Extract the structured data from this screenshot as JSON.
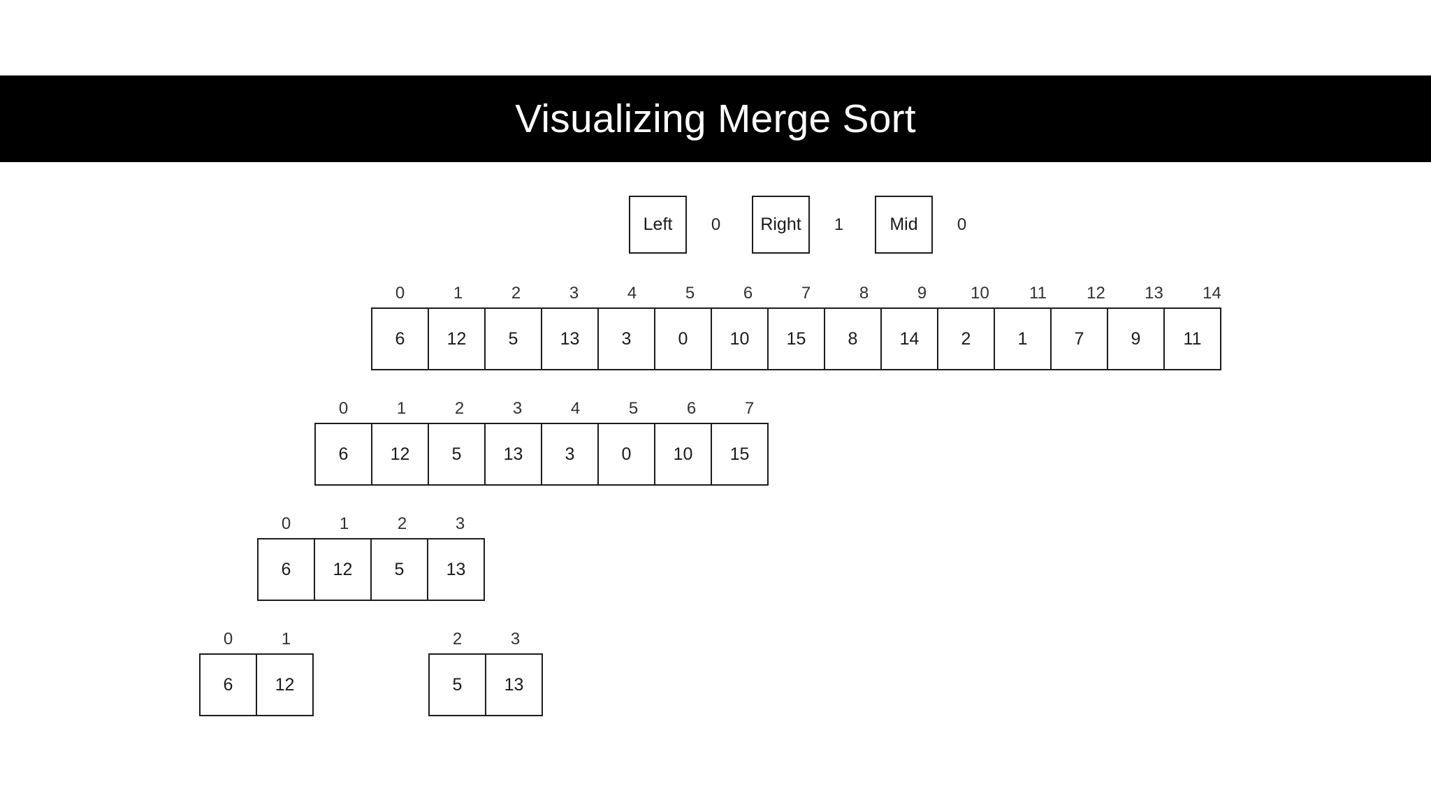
{
  "header": {
    "title": "Visualizing Merge Sort",
    "background_color": "#000000",
    "text_color": "#ffffff"
  },
  "pointers": [
    {
      "label": "Left",
      "value": "0"
    },
    {
      "label": "Right",
      "value": "1"
    },
    {
      "label": "Mid",
      "value": "0"
    }
  ],
  "colors": {
    "page_background": "#ffffff",
    "cell_border": "#1c1c1c",
    "cell_fill": "#ffffff",
    "index_text": "#313131",
    "value_text": "#1a1a1a"
  },
  "array_levels": [
    {
      "level": 0,
      "groups": [
        {
          "indices": [
            "0",
            "1",
            "2",
            "3",
            "4",
            "5",
            "6",
            "7",
            "8",
            "9",
            "10",
            "11",
            "12",
            "13",
            "14"
          ],
          "values": [
            "6",
            "12",
            "5",
            "13",
            "3",
            "0",
            "10",
            "15",
            "8",
            "14",
            "2",
            "1",
            "7",
            "9",
            "11"
          ]
        }
      ]
    },
    {
      "level": 1,
      "groups": [
        {
          "indices": [
            "0",
            "1",
            "2",
            "3",
            "4",
            "5",
            "6",
            "7"
          ],
          "values": [
            "6",
            "12",
            "5",
            "13",
            "3",
            "0",
            "10",
            "15"
          ]
        }
      ]
    },
    {
      "level": 2,
      "groups": [
        {
          "indices": [
            "0",
            "1",
            "2",
            "3"
          ],
          "values": [
            "6",
            "12",
            "5",
            "13"
          ]
        }
      ]
    },
    {
      "level": 3,
      "groups": [
        {
          "indices": [
            "0",
            "1"
          ],
          "values": [
            "6",
            "12"
          ]
        },
        {
          "indices": [
            "2",
            "3"
          ],
          "values": [
            "5",
            "13"
          ]
        }
      ]
    }
  ]
}
